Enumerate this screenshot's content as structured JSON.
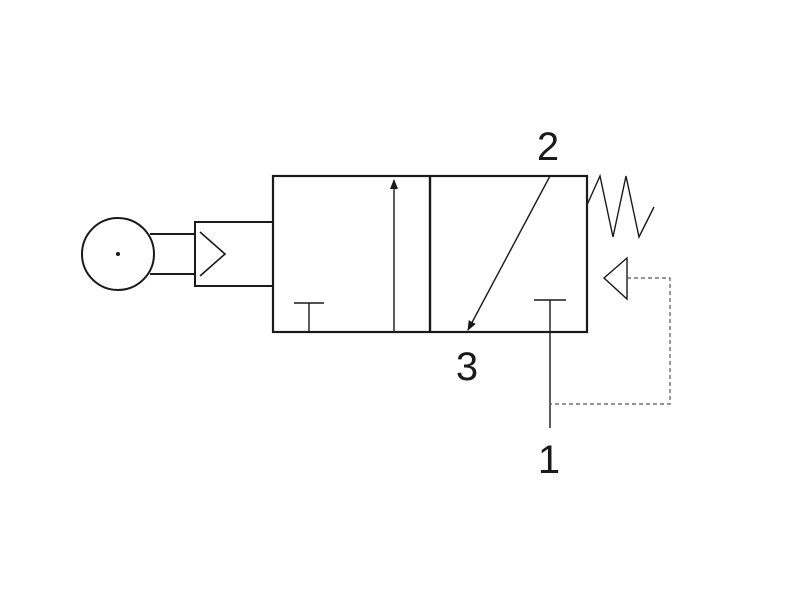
{
  "diagram": {
    "ports": {
      "outlet": "2",
      "exhaust": "3",
      "supply": "1"
    },
    "colors": {
      "line": "#1a1a1a",
      "pilot_line": "#555555",
      "background": "#ffffff"
    },
    "components": {
      "actuator": "roller-lever-icon",
      "return": "spring-icon",
      "pilot": "pilot-triangle-icon"
    }
  }
}
